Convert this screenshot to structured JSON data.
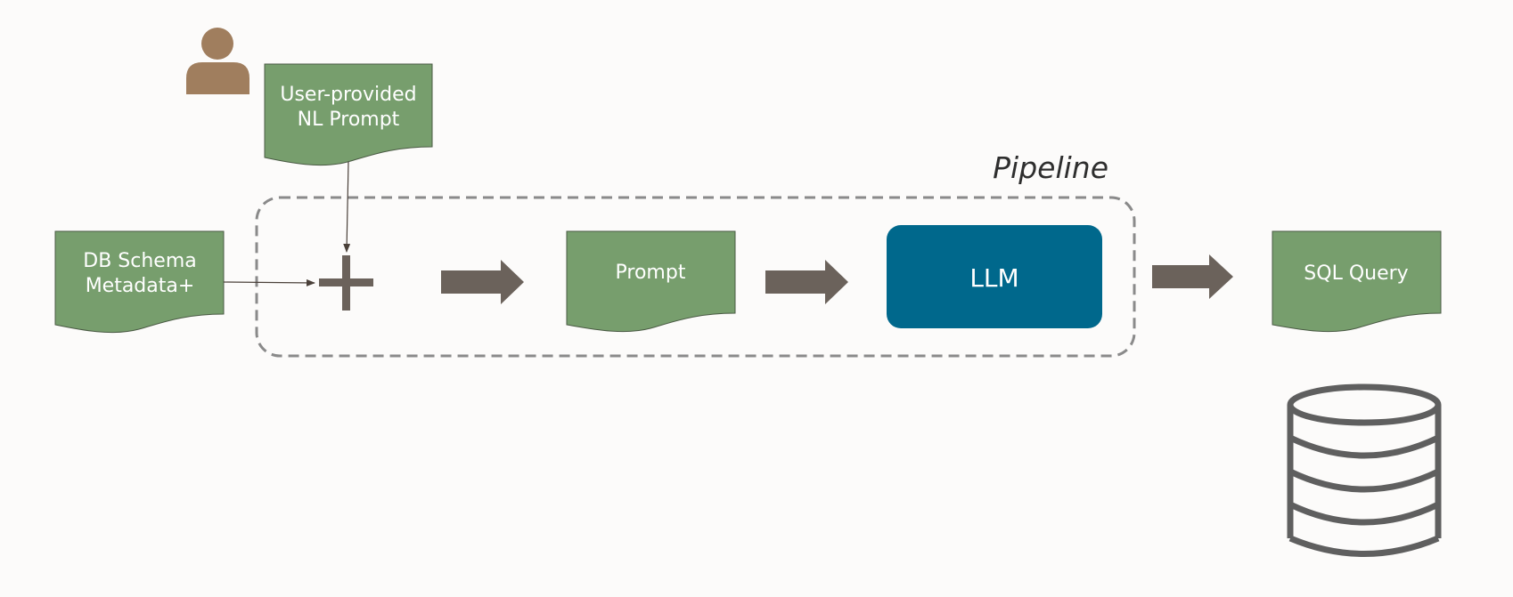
{
  "diagram": {
    "pipeline_label": "Pipeline",
    "user_prompt_doc": {
      "line1": "User-provided",
      "line2": "NL Prompt"
    },
    "schema_doc": {
      "line1": "DB Schema",
      "line2": "Metadata+"
    },
    "prompt_doc": {
      "label": "Prompt"
    },
    "llm_box": {
      "label": "LLM"
    },
    "sql_doc": {
      "label": "SQL Query"
    },
    "icons": [
      "user-icon",
      "plus-icon",
      "database-icon",
      "arrow-right-icon"
    ],
    "colors": {
      "document_fill": "#779e6d",
      "llm_fill": "#00688c",
      "arrow_fill": "#6b625b",
      "user_icon": "#a07e5e",
      "database_stroke": "#5f5f5f",
      "pipeline_border": "#8a8a8a",
      "background": "#fcfbfa"
    }
  }
}
